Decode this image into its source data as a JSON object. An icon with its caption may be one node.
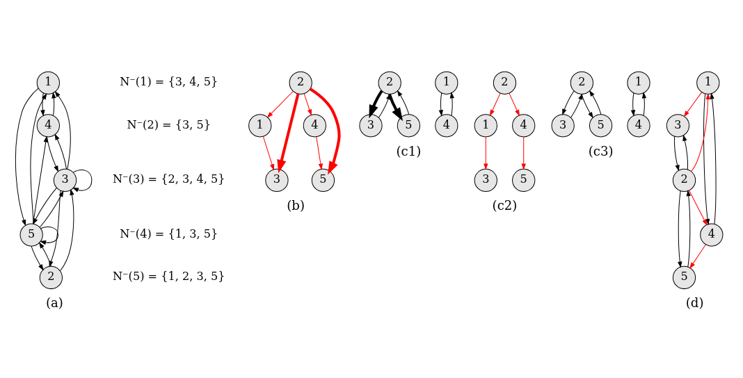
{
  "diagram": {
    "nodes": [
      {
        "text": [
          "1"
        ]
      },
      {
        "text": [
          "2"
        ]
      },
      {
        "text": [
          "3"
        ]
      },
      {
        "text": [
          "4"
        ]
      },
      {
        "text": [
          "5"
        ]
      },
      {
        "text": [
          "1"
        ]
      },
      {
        "text": [
          "2"
        ]
      },
      {
        "text": [
          "3"
        ]
      },
      {
        "text": [
          "4"
        ]
      },
      {
        "text": [
          "5"
        ]
      },
      {
        "text": [
          "1"
        ]
      },
      {
        "text": [
          "2"
        ]
      },
      {
        "text": [
          "3"
        ]
      },
      {
        "text": [
          "4"
        ]
      },
      {
        "text": [
          "5"
        ]
      },
      {
        "text": [
          "1"
        ]
      },
      {
        "text": [
          "2"
        ]
      },
      {
        "text": [
          "3"
        ]
      },
      {
        "text": [
          "4"
        ]
      },
      {
        "text": [
          "5"
        ]
      },
      {
        "text": [
          "1"
        ]
      },
      {
        "text": [
          "2"
        ]
      },
      {
        "text": [
          "3"
        ]
      },
      {
        "text": [
          "4"
        ]
      },
      {
        "text": [
          "5"
        ]
      },
      {
        "text": [
          "1"
        ]
      },
      {
        "text": [
          "2"
        ]
      },
      {
        "text": [
          "3"
        ]
      },
      {
        "text": [
          "4"
        ]
      },
      {
        "text": [
          "5"
        ]
      }
    ],
    "edges": [
      {
        "from": 0,
        "to": 4,
        "arrow": "to"
      },
      {
        "from": 4,
        "to": 0,
        "arrow": "to"
      },
      {
        "from": 1,
        "to": 4,
        "arrow": "to"
      },
      {
        "from": 4,
        "to": 1,
        "arrow": "to"
      },
      {
        "from": 1,
        "to": 2,
        "arrow": "to"
      },
      {
        "from": 2,
        "to": 1,
        "arrow": "to"
      },
      {
        "from": 2,
        "to": 0,
        "arrow": "to"
      },
      {
        "from": 0,
        "to": 3,
        "arrow": "to"
      },
      {
        "from": 3,
        "to": 0,
        "arrow": "to"
      },
      {
        "from": 2,
        "to": 4,
        "arrow": "to"
      },
      {
        "from": 4,
        "to": 2,
        "arrow": "to"
      },
      {
        "from": 4,
        "to": 3,
        "arrow": "to"
      },
      {
        "from": 2,
        "to": 3,
        "arrow": "to"
      },
      {
        "from": 3,
        "to": 2,
        "arrow": "to"
      },
      {
        "from": 4,
        "to": 4,
        "arrow": "to"
      },
      {
        "from": 2,
        "to": 2,
        "arrow": "to"
      },
      {
        "from": 6,
        "to": 5,
        "arrow": "to",
        "color": "#ff0000"
      },
      {
        "from": 6,
        "to": 9,
        "arrow": "to",
        "style": "thick",
        "color": "#ff0000"
      },
      {
        "from": 6,
        "to": 7,
        "arrow": "to",
        "style": "thick",
        "color": "#ff0000"
      },
      {
        "from": 6,
        "to": 8,
        "arrow": "to",
        "color": "#ff0000"
      },
      {
        "from": 5,
        "to": 7,
        "arrow": "to",
        "color": "#ff0000"
      },
      {
        "from": 8,
        "to": 9,
        "arrow": "to",
        "color": "#ff0000"
      },
      {
        "from": 11,
        "to": 14,
        "arrow": "to",
        "style": "thick"
      },
      {
        "from": 14,
        "to": 11,
        "arrow": "to"
      },
      {
        "from": 11,
        "to": 12,
        "arrow": "to",
        "style": "thick"
      },
      {
        "from": 12,
        "to": 11,
        "arrow": "to"
      },
      {
        "from": 10,
        "to": 13,
        "arrow": "to"
      },
      {
        "from": 13,
        "to": 10,
        "arrow": "to"
      },
      {
        "from": 16,
        "to": 15,
        "arrow": "to",
        "color": "#ff0000"
      },
      {
        "from": 15,
        "to": 17,
        "arrow": "to",
        "color": "#ff0000"
      },
      {
        "from": 16,
        "to": 18,
        "arrow": "to",
        "color": "#ff0000"
      },
      {
        "from": 18,
        "to": 19,
        "arrow": "to",
        "color": "#ff0000"
      },
      {
        "from": 21,
        "to": 24,
        "arrow": "to"
      },
      {
        "from": 24,
        "to": 21,
        "arrow": "to"
      },
      {
        "from": 21,
        "to": 22,
        "arrow": "to"
      },
      {
        "from": 22,
        "to": 21,
        "arrow": "to"
      },
      {
        "from": 20,
        "to": 23,
        "arrow": "to"
      },
      {
        "from": 23,
        "to": 20,
        "arrow": "to"
      },
      {
        "from": 26,
        "to": 25,
        "arrow": "to",
        "color": "#ff0000"
      },
      {
        "from": 25,
        "to": 27,
        "arrow": "to",
        "color": "#ff0000"
      },
      {
        "from": 26,
        "to": 28,
        "arrow": "to",
        "color": "#ff0000"
      },
      {
        "from": 28,
        "to": 29,
        "arrow": "to",
        "color": "#ff0000"
      },
      {
        "from": 26,
        "to": 29,
        "arrow": "to"
      },
      {
        "from": 29,
        "to": 26,
        "arrow": "to"
      },
      {
        "from": 26,
        "to": 27,
        "arrow": "to"
      },
      {
        "from": 27,
        "to": 26,
        "arrow": "to"
      },
      {
        "from": 25,
        "to": 28,
        "arrow": "to"
      },
      {
        "from": 28,
        "to": 25,
        "arrow": "to"
      }
    ],
    "labels": [
      "N⁻(1) = {3, 4, 5}",
      "N⁻(2) = {3, 5}",
      "N⁻(3) = {2, 3, 4, 5}",
      "N⁻(4) = {1, 3, 5}",
      "N⁻(5) = {1, 2, 3, 5}",
      "(a)",
      "(b)",
      "(c1)",
      "(c2)",
      "(c3)",
      "(d)"
    ]
  }
}
